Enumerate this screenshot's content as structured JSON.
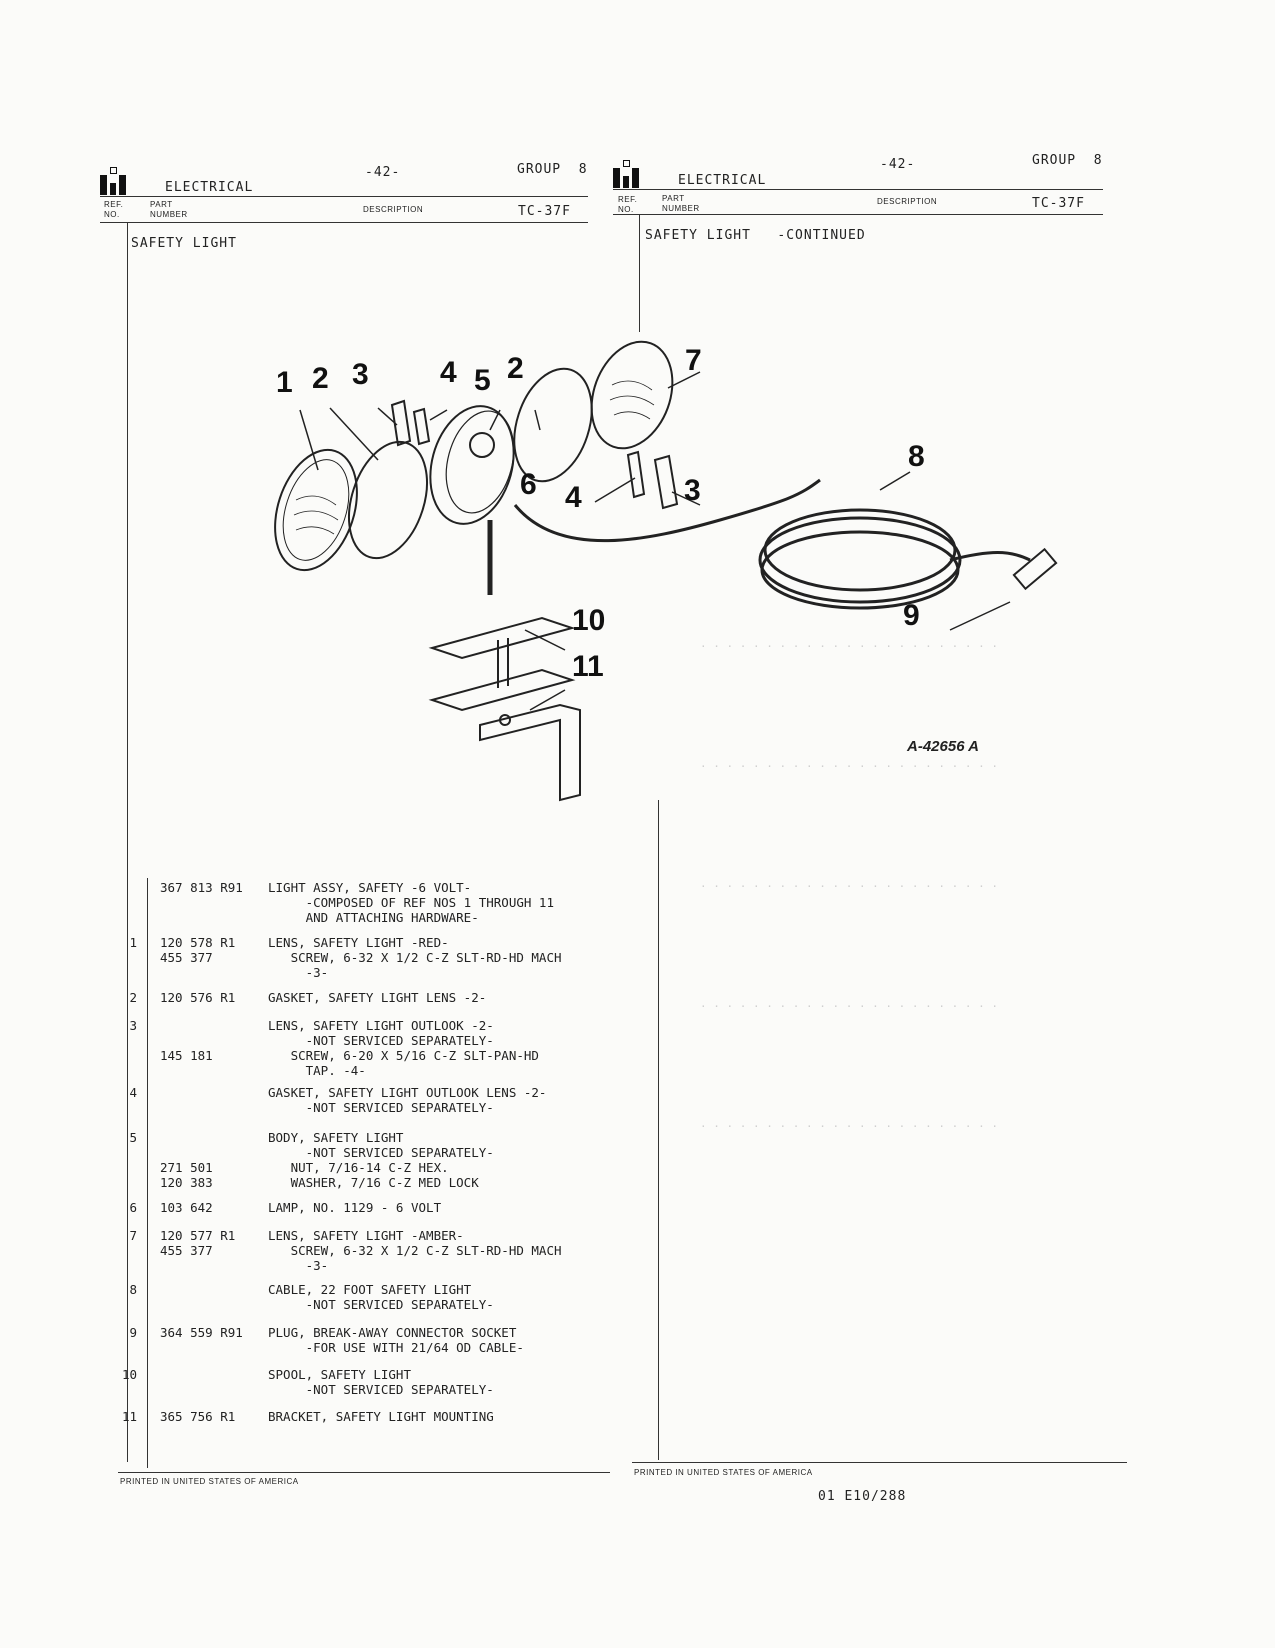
{
  "left_header": {
    "page_num": "-42-",
    "group": "GROUP  8",
    "section": "ELECTRICAL",
    "col_ref": "REF.\nNO.",
    "col_part": "PART\nNUMBER",
    "col_desc": "DESCRIPTION",
    "model": "TC-37F",
    "heading": "SAFETY LIGHT"
  },
  "right_header": {
    "page_num": "-42-",
    "group": "GROUP  8",
    "section": "ELECTRICAL",
    "col_ref": "REF.\nNO.",
    "col_part": "PART\nNUMBER",
    "col_desc": "DESCRIPTION",
    "model": "TC-37F",
    "heading": "SAFETY LIGHT   -CONTINUED"
  },
  "figure": {
    "id": "A-42656 A",
    "callouts": [
      "1",
      "2",
      "3",
      "4",
      "5",
      "2",
      "7",
      "6",
      "4",
      "3",
      "8",
      "9",
      "10",
      "11"
    ]
  },
  "parts": [
    {
      "ref": "",
      "part": "367 813 R91",
      "desc": "LIGHT ASSY, SAFETY -6 VOLT-\n     -COMPOSED OF REF NOS 1 THROUGH 11\n     AND ATTACHING HARDWARE-"
    },
    {
      "ref": "1",
      "part": "120 578 R1\n455 377",
      "desc": "LENS, SAFETY LIGHT -RED-\n   SCREW, 6-32 X 1/2 C-Z SLT-RD-HD MACH\n     -3-"
    },
    {
      "ref": "2",
      "part": "120 576 R1",
      "desc": "GASKET, SAFETY LIGHT LENS -2-"
    },
    {
      "ref": "3",
      "part": "\n\n145 181",
      "desc": "LENS, SAFETY LIGHT OUTLOOK -2-\n     -NOT SERVICED SEPARATELY-\n   SCREW, 6-20 X 5/16 C-Z SLT-PAN-HD\n     TAP. -4-"
    },
    {
      "ref": "4",
      "part": "",
      "desc": "GASKET, SAFETY LIGHT OUTLOOK LENS -2-\n     -NOT SERVICED SEPARATELY-"
    },
    {
      "ref": "5",
      "part": "\n\n271 501\n120 383",
      "desc": "BODY, SAFETY LIGHT\n     -NOT SERVICED SEPARATELY-\n   NUT, 7/16-14 C-Z HEX.\n   WASHER, 7/16 C-Z MED LOCK"
    },
    {
      "ref": "6",
      "part": "103 642",
      "desc": "LAMP, NO. 1129 - 6 VOLT"
    },
    {
      "ref": "7",
      "part": "120 577 R1\n455 377",
      "desc": "LENS, SAFETY LIGHT -AMBER-\n   SCREW, 6-32 X 1/2 C-Z SLT-RD-HD MACH\n     -3-"
    },
    {
      "ref": "8",
      "part": "",
      "desc": "CABLE, 22 FOOT SAFETY LIGHT\n     -NOT SERVICED SEPARATELY-"
    },
    {
      "ref": "9",
      "part": "364 559 R91",
      "desc": "PLUG, BREAK-AWAY CONNECTOR SOCKET\n     -FOR USE WITH 21/64 OD CABLE-"
    },
    {
      "ref": "10",
      "part": "",
      "desc": "SPOOL, SAFETY LIGHT\n     -NOT SERVICED SEPARATELY-"
    },
    {
      "ref": "11",
      "part": "365 756 R1",
      "desc": "BRACKET, SAFETY LIGHT MOUNTING"
    }
  ],
  "footer": {
    "printed_left": "PRINTED IN UNITED STATES OF AMERICA",
    "printed_right": "PRINTED IN UNITED STATES OF AMERICA",
    "code": "01 E10/288"
  }
}
